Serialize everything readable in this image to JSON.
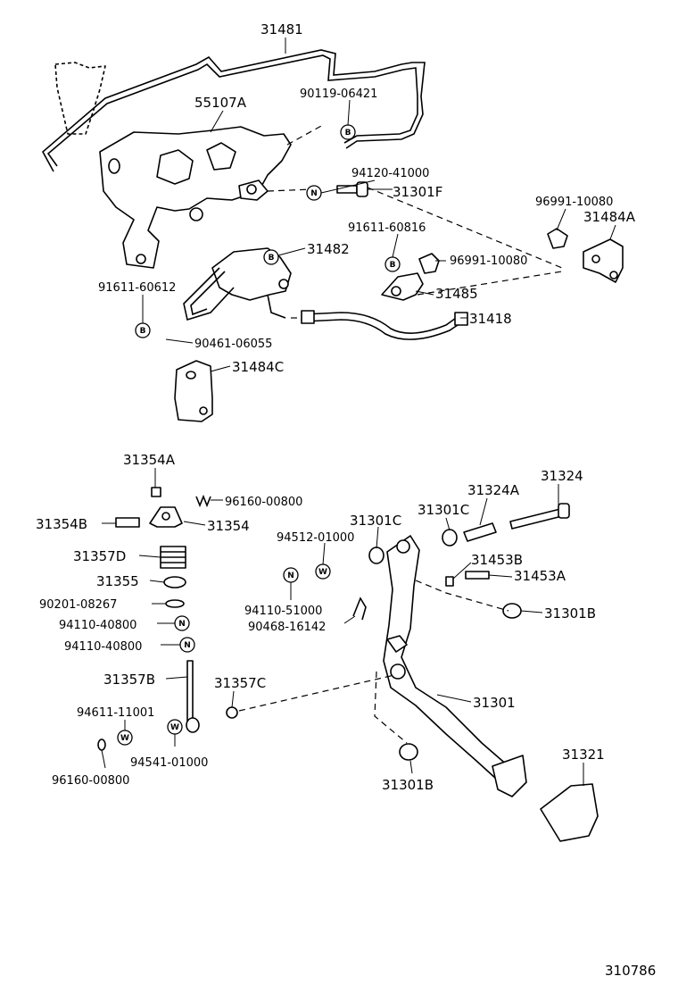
{
  "diagram_id": "310786",
  "washer_letters": {
    "nut": "N",
    "washer": "W",
    "bolt": "B"
  },
  "labels": {
    "p31481": "31481",
    "p55107A": "55107A",
    "p90119_06421": "90119-06421",
    "p94120_41000": "94120-41000",
    "p31301F": "31301F",
    "p96991_10080_a": "96991-10080",
    "p31484A": "31484A",
    "p91611_60816": "91611-60816",
    "p96991_10080_b": "96991-10080",
    "p31482": "31482",
    "p31485": "31485",
    "p91611_60612": "91611-60612",
    "p31418": "31418",
    "p90461_06055": "90461-06055",
    "p31484C": "31484C",
    "p31354A": "31354A",
    "p96160_00800_a": "96160-00800",
    "p31354B": "31354B",
    "p31354": "31354",
    "p31357D": "31357D",
    "p31355": "31355",
    "p90201_08267": "90201-08267",
    "p94110_40800_a": "94110-40800",
    "p94110_40800_b": "94110-40800",
    "p31357B": "31357B",
    "p94611_11001": "94611-11001",
    "p94541_01000": "94541-01000",
    "p96160_00800_b": "96160-00800",
    "p31357C": "31357C",
    "p31324A": "31324A",
    "p31324": "31324",
    "p31301C_a": "31301C",
    "p31301C_b": "31301C",
    "p94512_01000": "94512-01000",
    "p31453B": "31453B",
    "p31453A": "31453A",
    "p94110_51000": "94110-51000",
    "p90468_16142": "90468-16142",
    "p31301B_a": "31301B",
    "p31301": "31301",
    "p31301B_b": "31301B",
    "p31321": "31321"
  }
}
